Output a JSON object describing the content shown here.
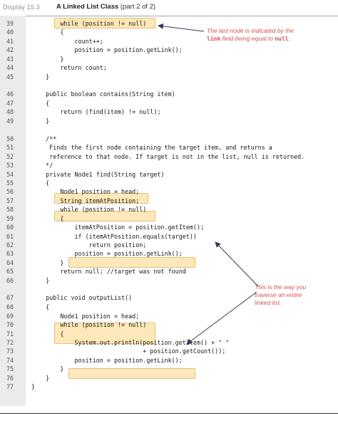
{
  "header": {
    "display_label": "Display 15.3",
    "title": "A Linked List Class",
    "part": "(part 2 of 2)"
  },
  "code_lines": [
    {
      "n": "39",
      "text": "        while (position != null)"
    },
    {
      "n": "40",
      "text": "        {"
    },
    {
      "n": "41",
      "text": "            count++;"
    },
    {
      "n": "42",
      "text": "            position = position.getLink();"
    },
    {
      "n": "43",
      "text": "        }"
    },
    {
      "n": "44",
      "text": "        return count;"
    },
    {
      "n": "45",
      "text": "    }"
    },
    {
      "n": "46",
      "text": "    public boolean contains(String item)"
    },
    {
      "n": "47",
      "text": "    {"
    },
    {
      "n": "48",
      "text": "        return (find(item) != null);"
    },
    {
      "n": "49",
      "text": "    }"
    },
    {
      "n": "50",
      "text": "    /**"
    },
    {
      "n": "51",
      "text": "     Finds the first node containing the target item, and returns a"
    },
    {
      "n": "52",
      "text": "     reference to that node. If target is not in the list, null is returned."
    },
    {
      "n": "53",
      "text": "    */"
    },
    {
      "n": "54",
      "text": "    private Node1 find(String target)"
    },
    {
      "n": "55",
      "text": "    {"
    },
    {
      "n": "56",
      "text": "        Node1 position = head;"
    },
    {
      "n": "57",
      "text": "        String itemAtPosition;"
    },
    {
      "n": "58",
      "text": "        while (position != null)"
    },
    {
      "n": "59",
      "text": "        {"
    },
    {
      "n": "60",
      "text": "            itemAtPosition = position.getItem();"
    },
    {
      "n": "61",
      "text": "            if (itemAtPosition.equals(target))"
    },
    {
      "n": "62",
      "text": "                return position;"
    },
    {
      "n": "63",
      "text": "            position = position.getLink();"
    },
    {
      "n": "64",
      "text": "        }"
    },
    {
      "n": "65",
      "text": "        return null; //target was not found"
    },
    {
      "n": "66",
      "text": "    }"
    },
    {
      "n": "67",
      "text": "    public void outputList()"
    },
    {
      "n": "68",
      "text": "    {"
    },
    {
      "n": "69",
      "text": "        Node1 position = head;"
    },
    {
      "n": "70",
      "text": "        while (position != null)"
    },
    {
      "n": "71",
      "text": "        {"
    },
    {
      "n": "72",
      "text": "            System.out.println(position.getItem() + \" \""
    },
    {
      "n": "73",
      "text": "                               + position.getCount());"
    },
    {
      "n": "74",
      "text": "            position = position.getLink();"
    },
    {
      "n": "75",
      "text": "        }"
    },
    {
      "n": "76",
      "text": "    }"
    },
    {
      "n": "77",
      "text": "}"
    }
  ],
  "annotations": {
    "note1_line1": "The last node is indicated by the",
    "note1_code1": "link",
    "note1_mid": " field being equal to ",
    "note1_code2": "null",
    "note1_end": ".",
    "note2_line1": "This is the way you",
    "note2_line2": "traverse an entire",
    "note2_line3": "linked list."
  },
  "colors": {
    "highlight": "#fce8b8",
    "annotation": "#d9534f",
    "gutter": "#ebebec"
  }
}
